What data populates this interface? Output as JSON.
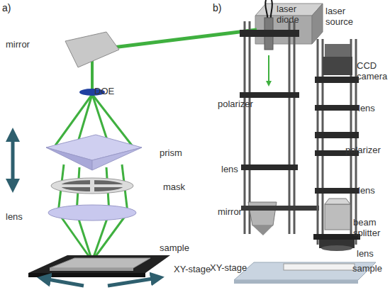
{
  "diagram": {
    "labels": [
      "a)",
      "laser source",
      "mirror",
      "DOE",
      "prism",
      "mask",
      "lens",
      "sample",
      "XY-stage",
      "b)",
      "laser diode",
      "CCD camera",
      "polarizer",
      "lens",
      "polarizer",
      "lens",
      "lens",
      "mirror",
      "beam splitter",
      "lens",
      "XY-stage",
      "sample"
    ]
  }
}
